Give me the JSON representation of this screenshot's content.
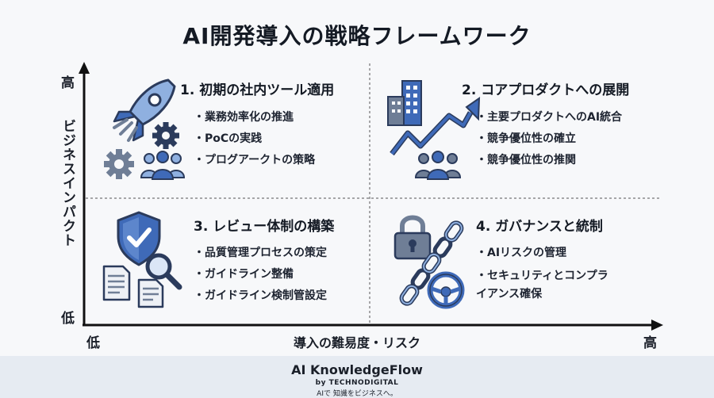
{
  "title": "AI開発導入の戦略フレームワーク",
  "axes": {
    "y_label": "ビジネスインパクト",
    "y_high": "高",
    "y_low": "低",
    "x_label": "導入の難易度・リスク",
    "x_low": "低",
    "x_high": "高"
  },
  "quadrants": [
    {
      "title": "1. 初期の社内ツール適用",
      "bullets": [
        "業務効率化の推進",
        "PoCの実践",
        "プログアークトの策略"
      ],
      "icons": [
        "rocket-icon",
        "gear-icon",
        "team-icon"
      ]
    },
    {
      "title": "2. コアプロダクトへの展開",
      "bullets": [
        "主要プロダクトへのAI統合",
        "競争優位性の確立",
        "競争優位性の推関"
      ],
      "icons": [
        "building-icon",
        "growth-arrow-icon",
        "team-icon"
      ]
    },
    {
      "title": "3. レビュー体制の構築",
      "bullets": [
        "品質管理プロセスの策定",
        "ガイドライン整備",
        "ガイドライン検制管設定"
      ],
      "icons": [
        "shield-check-icon",
        "magnifier-icon",
        "document-icon"
      ]
    },
    {
      "title": "4. ガバナンスと統制",
      "bullets": [
        "AIリスクの管理",
        "セキュリティとコンプライアンス確保"
      ],
      "icons": [
        "padlock-icon",
        "chain-icon",
        "steering-wheel-icon"
      ]
    }
  ],
  "footer": {
    "brand": "AI KnowledgeFlow",
    "by": "by TECHNODIGITAL",
    "tagline": "AIで 知識をビジネスへ。"
  },
  "colors": {
    "navy": "#2b3b5c",
    "blue": "#3f6ab8",
    "light_blue": "#8fb0e0",
    "gray_icon": "#6f7e96",
    "footer_bg": "#e6ebf2"
  }
}
